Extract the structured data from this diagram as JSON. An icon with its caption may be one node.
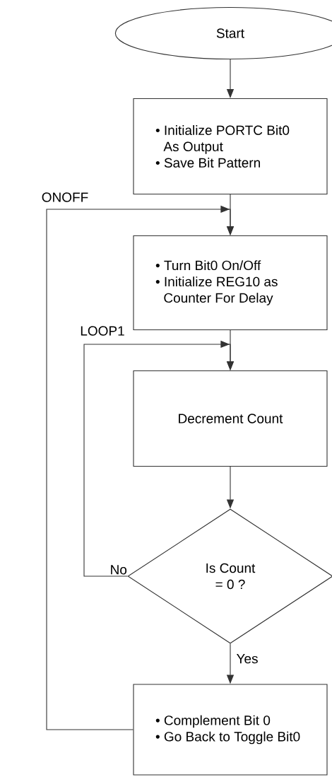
{
  "diagram": {
    "nodes": [
      {
        "text": [
          "Start"
        ]
      },
      {
        "text": [
          "• Initialize PORTC Bit0 As Output",
          "• Save Bit Pattern"
        ]
      },
      {
        "text": [
          "• Turn Bit0 On/Off",
          "• Initialize REG10 as Counter For Delay"
        ]
      },
      {
        "text": [
          "Decrement Count"
        ]
      },
      {
        "text": [
          "Is Count = 0 ?"
        ]
      },
      {
        "text": [
          "• Complement Bit 0",
          "• Go Back to Toggle Bit0"
        ]
      }
    ],
    "edges": [
      {
        "from": 0,
        "to": 1,
        "arrow": "to"
      },
      {
        "from": 1,
        "to": 2,
        "arrow": "to"
      },
      {
        "from": 2,
        "to": 3,
        "arrow": "to"
      },
      {
        "from": 3,
        "to": 4,
        "arrow": "to"
      },
      {
        "from": 4,
        "to": 5,
        "arrow": "to",
        "label": "Yes"
      },
      {
        "from": 4,
        "to": 3,
        "arrow": "to",
        "label": "No"
      },
      {
        "from": 5,
        "to": 2,
        "arrow": "to"
      }
    ],
    "labels": [
      "ONOFF",
      "LOOP1"
    ]
  }
}
